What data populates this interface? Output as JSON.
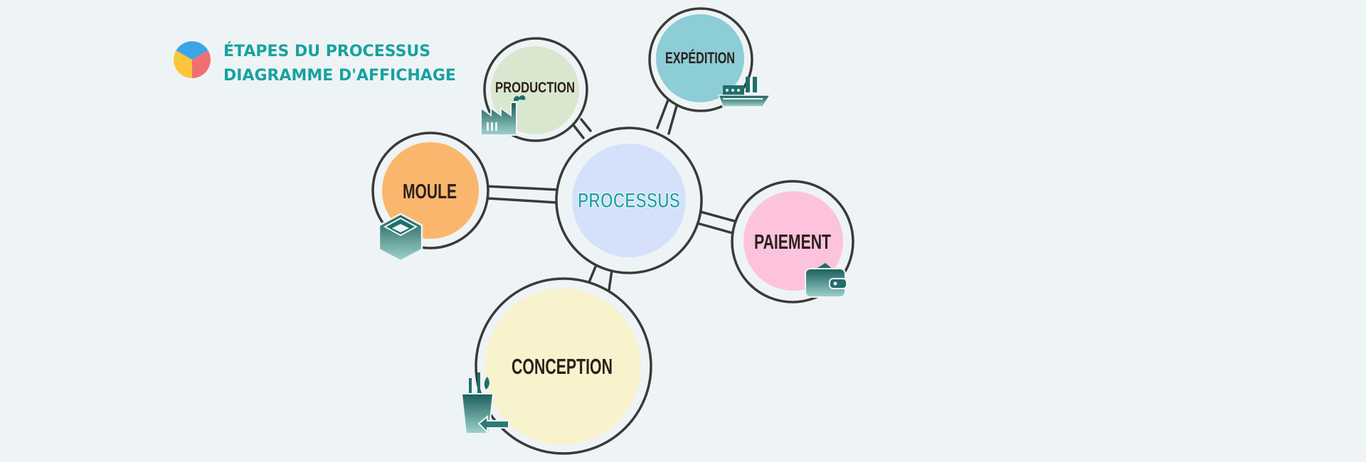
{
  "header": {
    "title_line1": "ÉTAPES DU PROCESSUS",
    "title_line2": "DIAGRAMME D'AFFICHAGE"
  },
  "diagram": {
    "center": {
      "label": "PROCESSUS",
      "color": "#d5e1fa",
      "text_color": "#17a2a0"
    },
    "nodes": [
      {
        "key": "production",
        "label": "PRODUCTION",
        "color": "#d9e7cf",
        "icon": "factory-icon"
      },
      {
        "key": "expedition",
        "label": "EXPÉDITION",
        "color": "#8ccdd6",
        "icon": "ship-icon"
      },
      {
        "key": "moule",
        "label": "MOULE",
        "color": "#fbb66e",
        "icon": "box-icon"
      },
      {
        "key": "paiement",
        "label": "PAIEMENT",
        "color": "#fdc3dc",
        "icon": "wallet-icon"
      },
      {
        "key": "conception",
        "label": "CONCEPTION",
        "color": "#f8f3cc",
        "icon": "design-tools-icon"
      }
    ]
  },
  "colors": {
    "outline": "#3a3a3a",
    "icon_teal": "#1f6f6a",
    "label_dark": "#2a211d",
    "legend_blue": "#3aa6e6",
    "legend_yellow": "#fcc53a",
    "legend_red": "#f07070"
  }
}
